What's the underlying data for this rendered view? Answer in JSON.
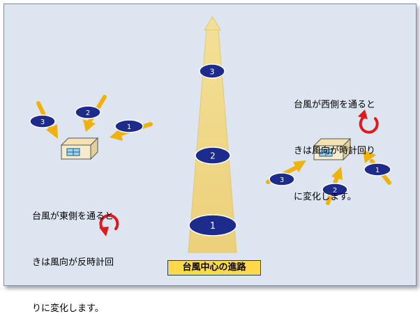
{
  "colors": {
    "background": "#dde5f1",
    "frame_border": "#7e8ea8",
    "path_fill": "#f0d98a",
    "wind_arrow": "#f0b10a",
    "position_marker": "#1d2b8c",
    "rotation_arrow": "#e01a1a",
    "label_fill": "#ffd94a"
  },
  "path_label": "台風中心の進路",
  "path_markers": [
    "3",
    "2",
    "1"
  ],
  "west_note": {
    "lines": [
      "台風が西側を通ると",
      "きは風向が時計回り",
      "に変化します。"
    ],
    "rotation": "clockwise",
    "wind_markers": [
      "1",
      "2",
      "3"
    ]
  },
  "east_note": {
    "lines": [
      "台風が東側を通ると",
      "きは風向が反時計回",
      "りに変化します。"
    ],
    "rotation": "counterclockwise",
    "wind_markers": [
      "1",
      "2",
      "3"
    ]
  },
  "icons": {
    "house": "house-icon",
    "rotation": "rotation-arrow-icon",
    "wind": "wind-arrow-icon"
  }
}
